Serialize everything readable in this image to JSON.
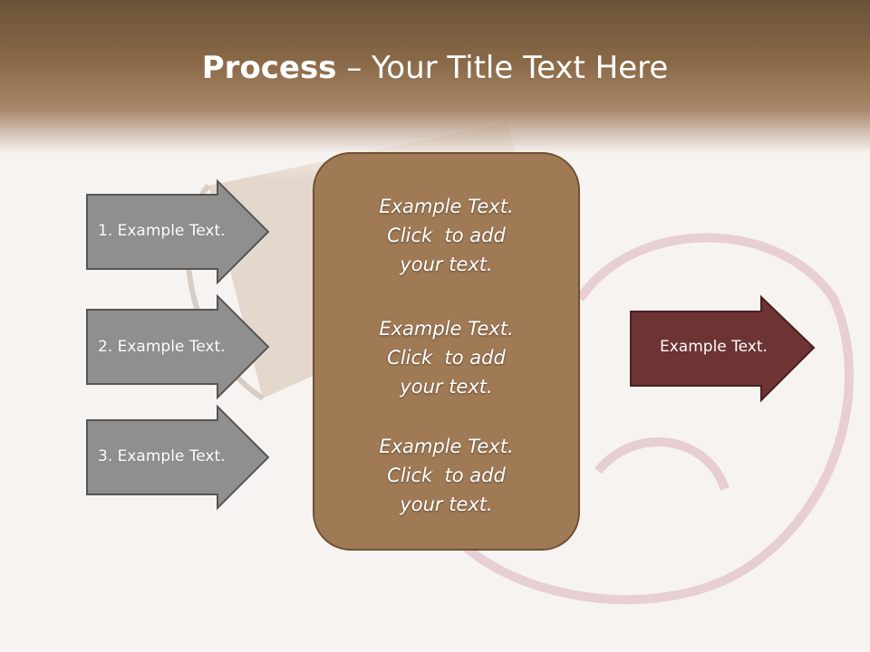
{
  "title": {
    "bold": "Process",
    "rest": " – Your Title Text Here"
  },
  "left_steps": [
    {
      "label": "1. Example Text."
    },
    {
      "label": "2. Example Text."
    },
    {
      "label": "3. Example Text."
    }
  ],
  "center_blocks": [
    {
      "line1": "Example Text.",
      "line2": "Click  to add",
      "line3": "your text."
    },
    {
      "line1": "Example Text.",
      "line2": "Click  to add",
      "line3": "your text."
    },
    {
      "line1": "Example Text.",
      "line2": "Click  to add",
      "line3": "your text."
    }
  ],
  "right_step": {
    "label": "Example Text."
  },
  "colors": {
    "header": "#8a6a48",
    "left_arrow_fill": "#8f8f8f",
    "center_box_fill": "#a07a55",
    "right_arrow_fill": "#6e3333"
  }
}
